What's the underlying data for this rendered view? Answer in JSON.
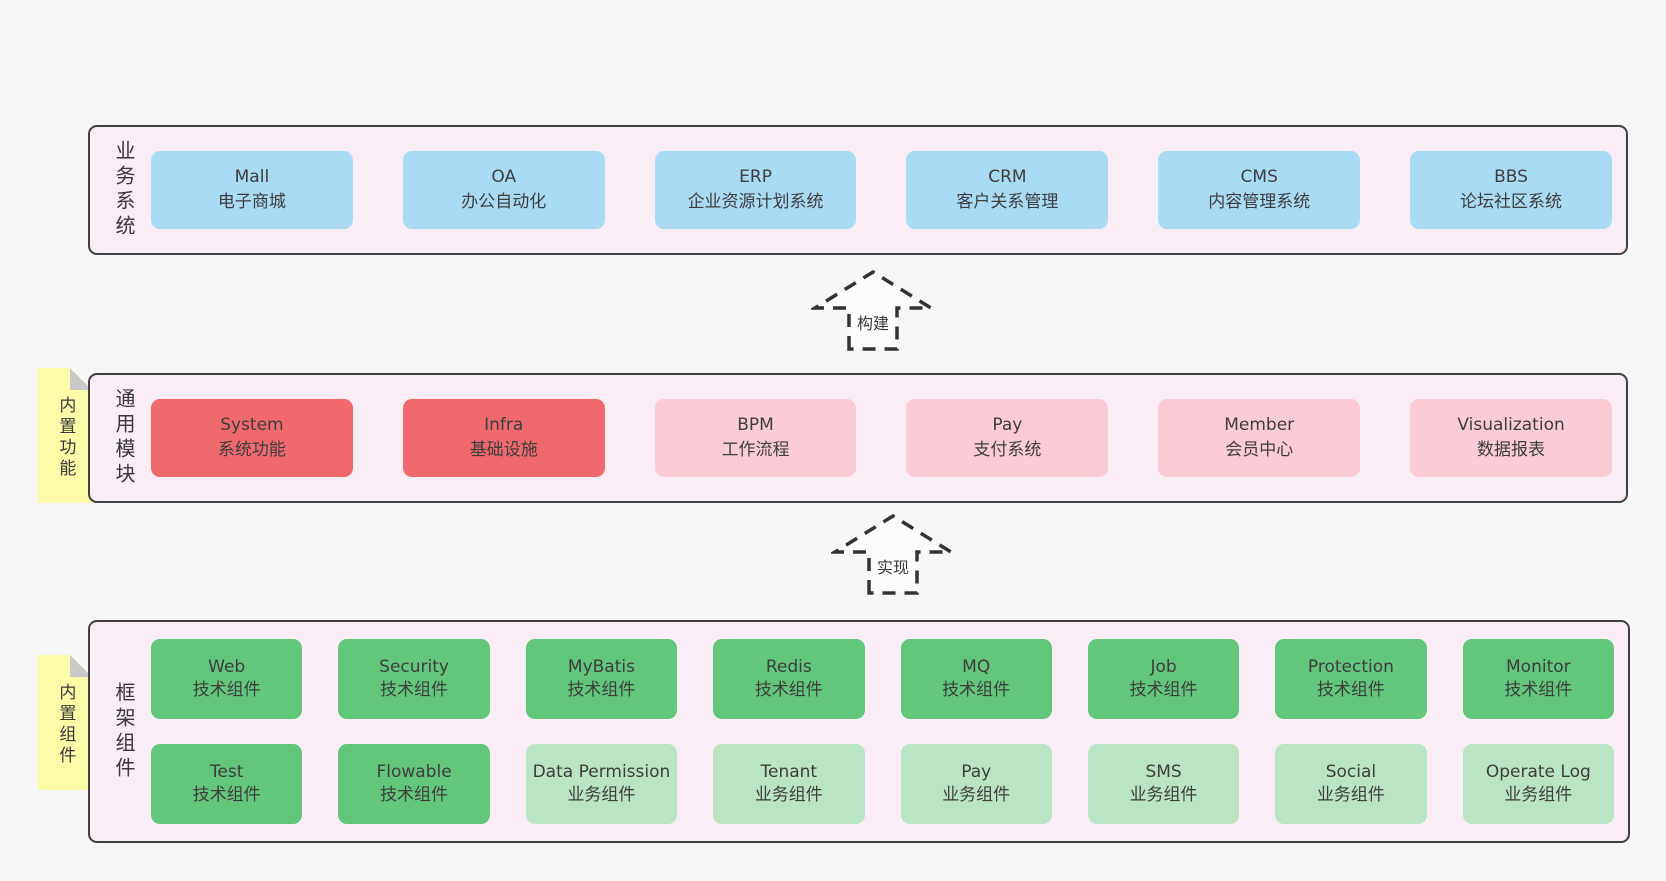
{
  "colors": {
    "page_bg": "#f7f7f7",
    "panel_bg": "#f9eef6",
    "panel_border": "#404040",
    "text": "#3d3d3d",
    "blue": "#a9dbf5",
    "red": "#f0696c",
    "pink": "#fbccd6",
    "green": "#63c77b",
    "light_green": "#bae5c4",
    "yellow": "#fbfba8",
    "fold_gray": "#c8c8c8",
    "arrow_stroke": "#333333"
  },
  "sections": {
    "business": {
      "label": "业务系统",
      "boxes": [
        {
          "title": "Mall",
          "subtitle": "电子商城",
          "variant": "blue"
        },
        {
          "title": "OA",
          "subtitle": "办公自动化",
          "variant": "blue"
        },
        {
          "title": "ERP",
          "subtitle": "企业资源计划系统",
          "variant": "blue"
        },
        {
          "title": "CRM",
          "subtitle": "客户关系管理",
          "variant": "blue"
        },
        {
          "title": "CMS",
          "subtitle": "内容管理系统",
          "variant": "blue"
        },
        {
          "title": "BBS",
          "subtitle": "论坛社区系统",
          "variant": "blue"
        }
      ]
    },
    "modules": {
      "label": "通用模块",
      "tab": "内置功能",
      "boxes": [
        {
          "title": "System",
          "subtitle": "系统功能",
          "variant": "red"
        },
        {
          "title": "Infra",
          "subtitle": "基础设施",
          "variant": "red"
        },
        {
          "title": "BPM",
          "subtitle": "工作流程",
          "variant": "pink"
        },
        {
          "title": "Pay",
          "subtitle": "支付系统",
          "variant": "pink"
        },
        {
          "title": "Member",
          "subtitle": "会员中心",
          "variant": "pink"
        },
        {
          "title": "Visualization",
          "subtitle": "数据报表",
          "variant": "pink"
        }
      ]
    },
    "components": {
      "label": "框架组件",
      "tab": "内置组件",
      "rows": [
        [
          {
            "title": "Web",
            "subtitle": "技术组件",
            "variant": "green"
          },
          {
            "title": "Security",
            "subtitle": "技术组件",
            "variant": "green"
          },
          {
            "title": "MyBatis",
            "subtitle": "技术组件",
            "variant": "green"
          },
          {
            "title": "Redis",
            "subtitle": "技术组件",
            "variant": "green"
          },
          {
            "title": "MQ",
            "subtitle": "技术组件",
            "variant": "green"
          },
          {
            "title": "Job",
            "subtitle": "技术组件",
            "variant": "green"
          },
          {
            "title": "Protection",
            "subtitle": "技术组件",
            "variant": "green"
          },
          {
            "title": "Monitor",
            "subtitle": "技术组件",
            "variant": "green"
          }
        ],
        [
          {
            "title": "Test",
            "subtitle": "技术组件",
            "variant": "green"
          },
          {
            "title": "Flowable",
            "subtitle": "技术组件",
            "variant": "green"
          },
          {
            "title": "Data Permission",
            "subtitle": "业务组件",
            "variant": "light_green"
          },
          {
            "title": "Tenant",
            "subtitle": "业务组件",
            "variant": "light_green"
          },
          {
            "title": "Pay",
            "subtitle": "业务组件",
            "variant": "light_green"
          },
          {
            "title": "SMS",
            "subtitle": "业务组件",
            "variant": "light_green"
          },
          {
            "title": "Social",
            "subtitle": "业务组件",
            "variant": "light_green"
          },
          {
            "title": "Operate Log",
            "subtitle": "业务组件",
            "variant": "light_green"
          }
        ]
      ]
    }
  },
  "arrows": [
    {
      "label": "构建"
    },
    {
      "label": "实现"
    }
  ]
}
